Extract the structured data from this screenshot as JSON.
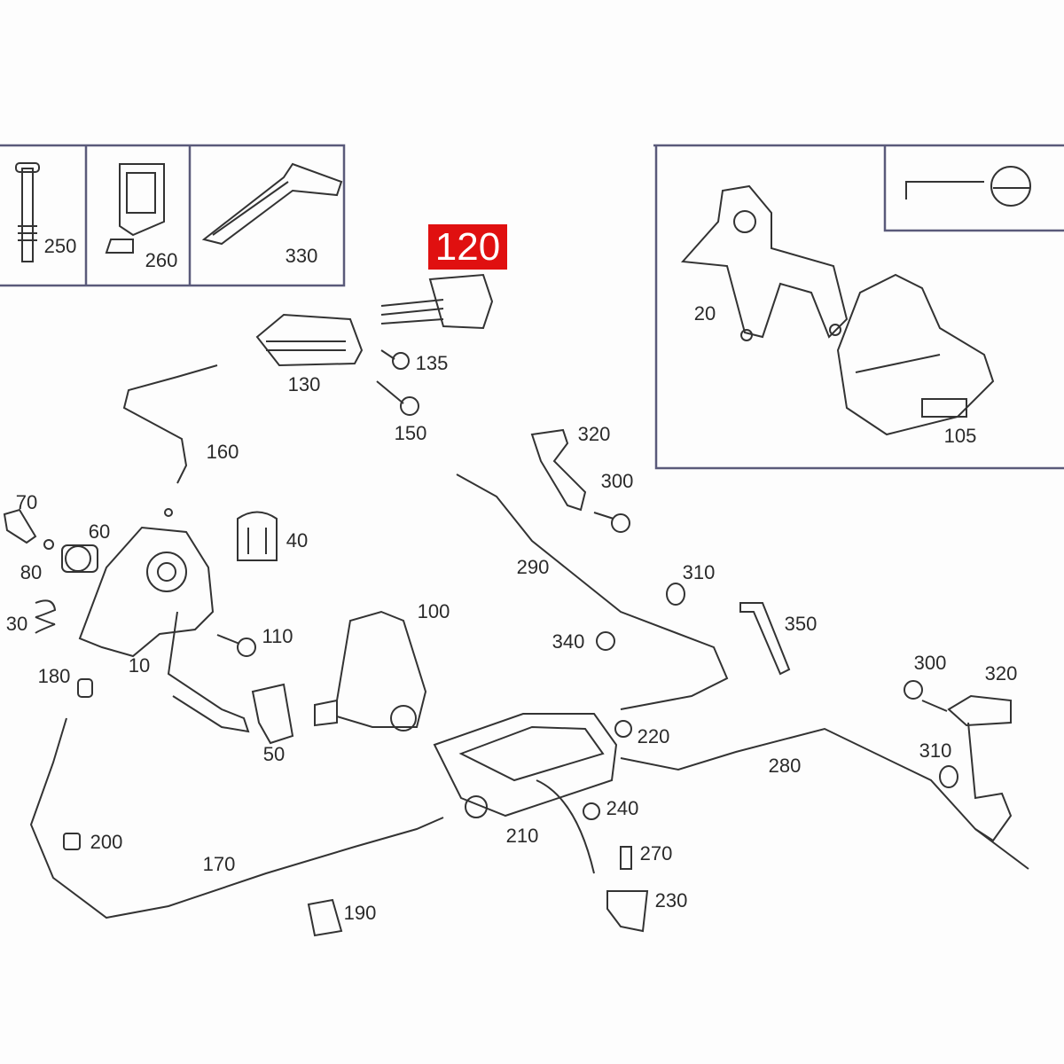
{
  "title": "Parking brake / pedal assembly exploded parts diagram",
  "highlight": {
    "label": "120",
    "color": "#e01010"
  },
  "labels": {
    "p250": "250",
    "p260": "260",
    "p330": "330",
    "p20": "20",
    "p105": "105",
    "p130": "130",
    "p135": "135",
    "p150": "150",
    "p160": "160",
    "p70": "70",
    "p60": "60",
    "p80": "80",
    "p40": "40",
    "p30": "30",
    "p10": "10",
    "p110": "110",
    "p180": "180",
    "p100": "100",
    "p50": "50",
    "p320a": "320",
    "p300a": "300",
    "p290": "290",
    "p310a": "310",
    "p340": "340",
    "p350": "350",
    "p220": "220",
    "p280": "280",
    "p300b": "300",
    "p320b": "320",
    "p310b": "310",
    "p210": "210",
    "p240": "240",
    "p270": "270",
    "p230": "230",
    "p200": "200",
    "p170": "170",
    "p190": "190"
  }
}
